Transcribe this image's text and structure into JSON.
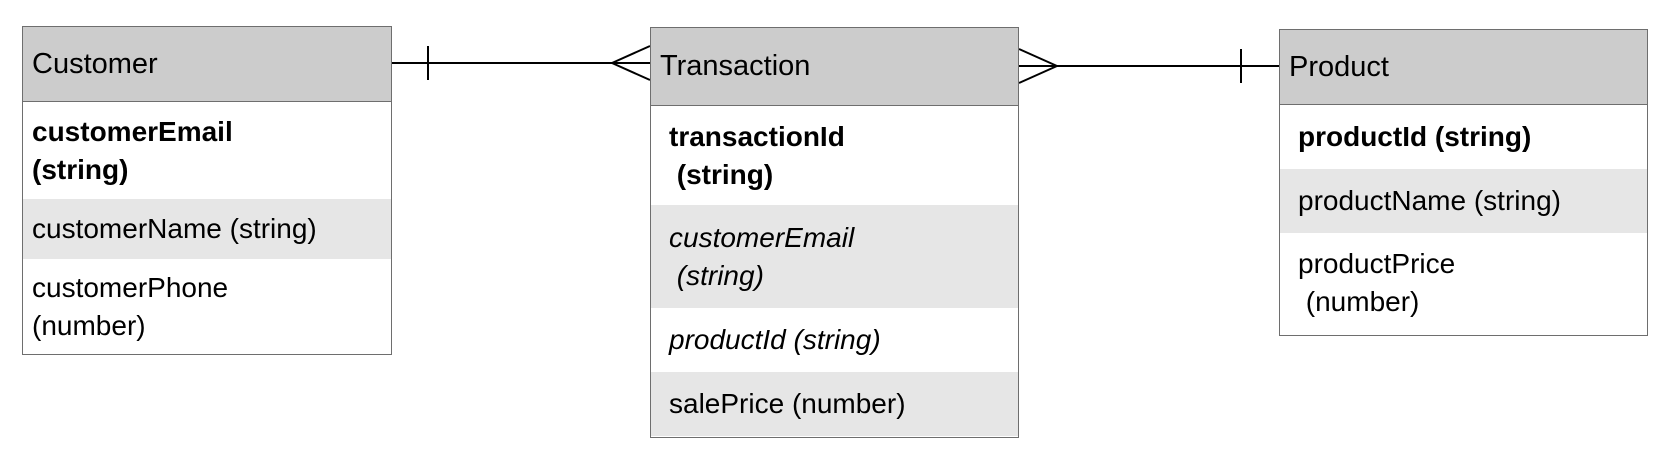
{
  "entities": {
    "customer": {
      "name": "Customer",
      "fields": [
        "customerEmail\n(string)",
        "customerName (string)",
        "customerPhone\n(number)"
      ]
    },
    "transaction": {
      "name": "Transaction",
      "fields": [
        "transactionId\n (string)",
        "customerEmail\n (string)",
        "productId (string)",
        "salePrice (number)"
      ]
    },
    "product": {
      "name": "Product",
      "fields": [
        "productId (string)",
        "productName (string)",
        "productPrice\n (number)"
      ]
    }
  },
  "relationships": [
    {
      "from": "Customer",
      "from_cardinality": "one",
      "to": "Transaction",
      "to_cardinality": "many"
    },
    {
      "from": "Transaction",
      "from_cardinality": "many",
      "to": "Product",
      "to_cardinality": "one"
    }
  ],
  "colors": {
    "header": "#cccccc",
    "shaded_row": "#e6e6e6",
    "border": "#6e6e6e",
    "line": "#000000"
  }
}
